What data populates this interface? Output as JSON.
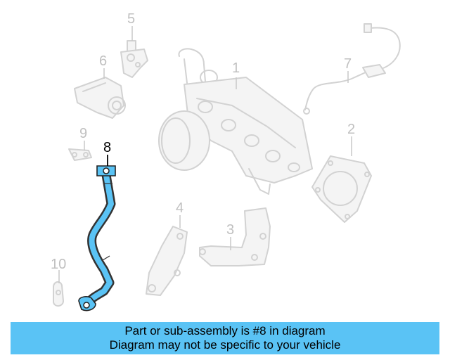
{
  "callouts": {
    "c1": "1",
    "c2": "2",
    "c3": "3",
    "c4": "4",
    "c5": "5",
    "c6": "6",
    "c7": "7",
    "c8": "8",
    "c9": "9",
    "c10": "10"
  },
  "highlight": {
    "part": "8",
    "color": "#5ac3f5"
  },
  "banner": {
    "line1": "Part or sub-assembly is #8 in diagram",
    "line2": "Diagram may not be specific to your vehicle"
  }
}
